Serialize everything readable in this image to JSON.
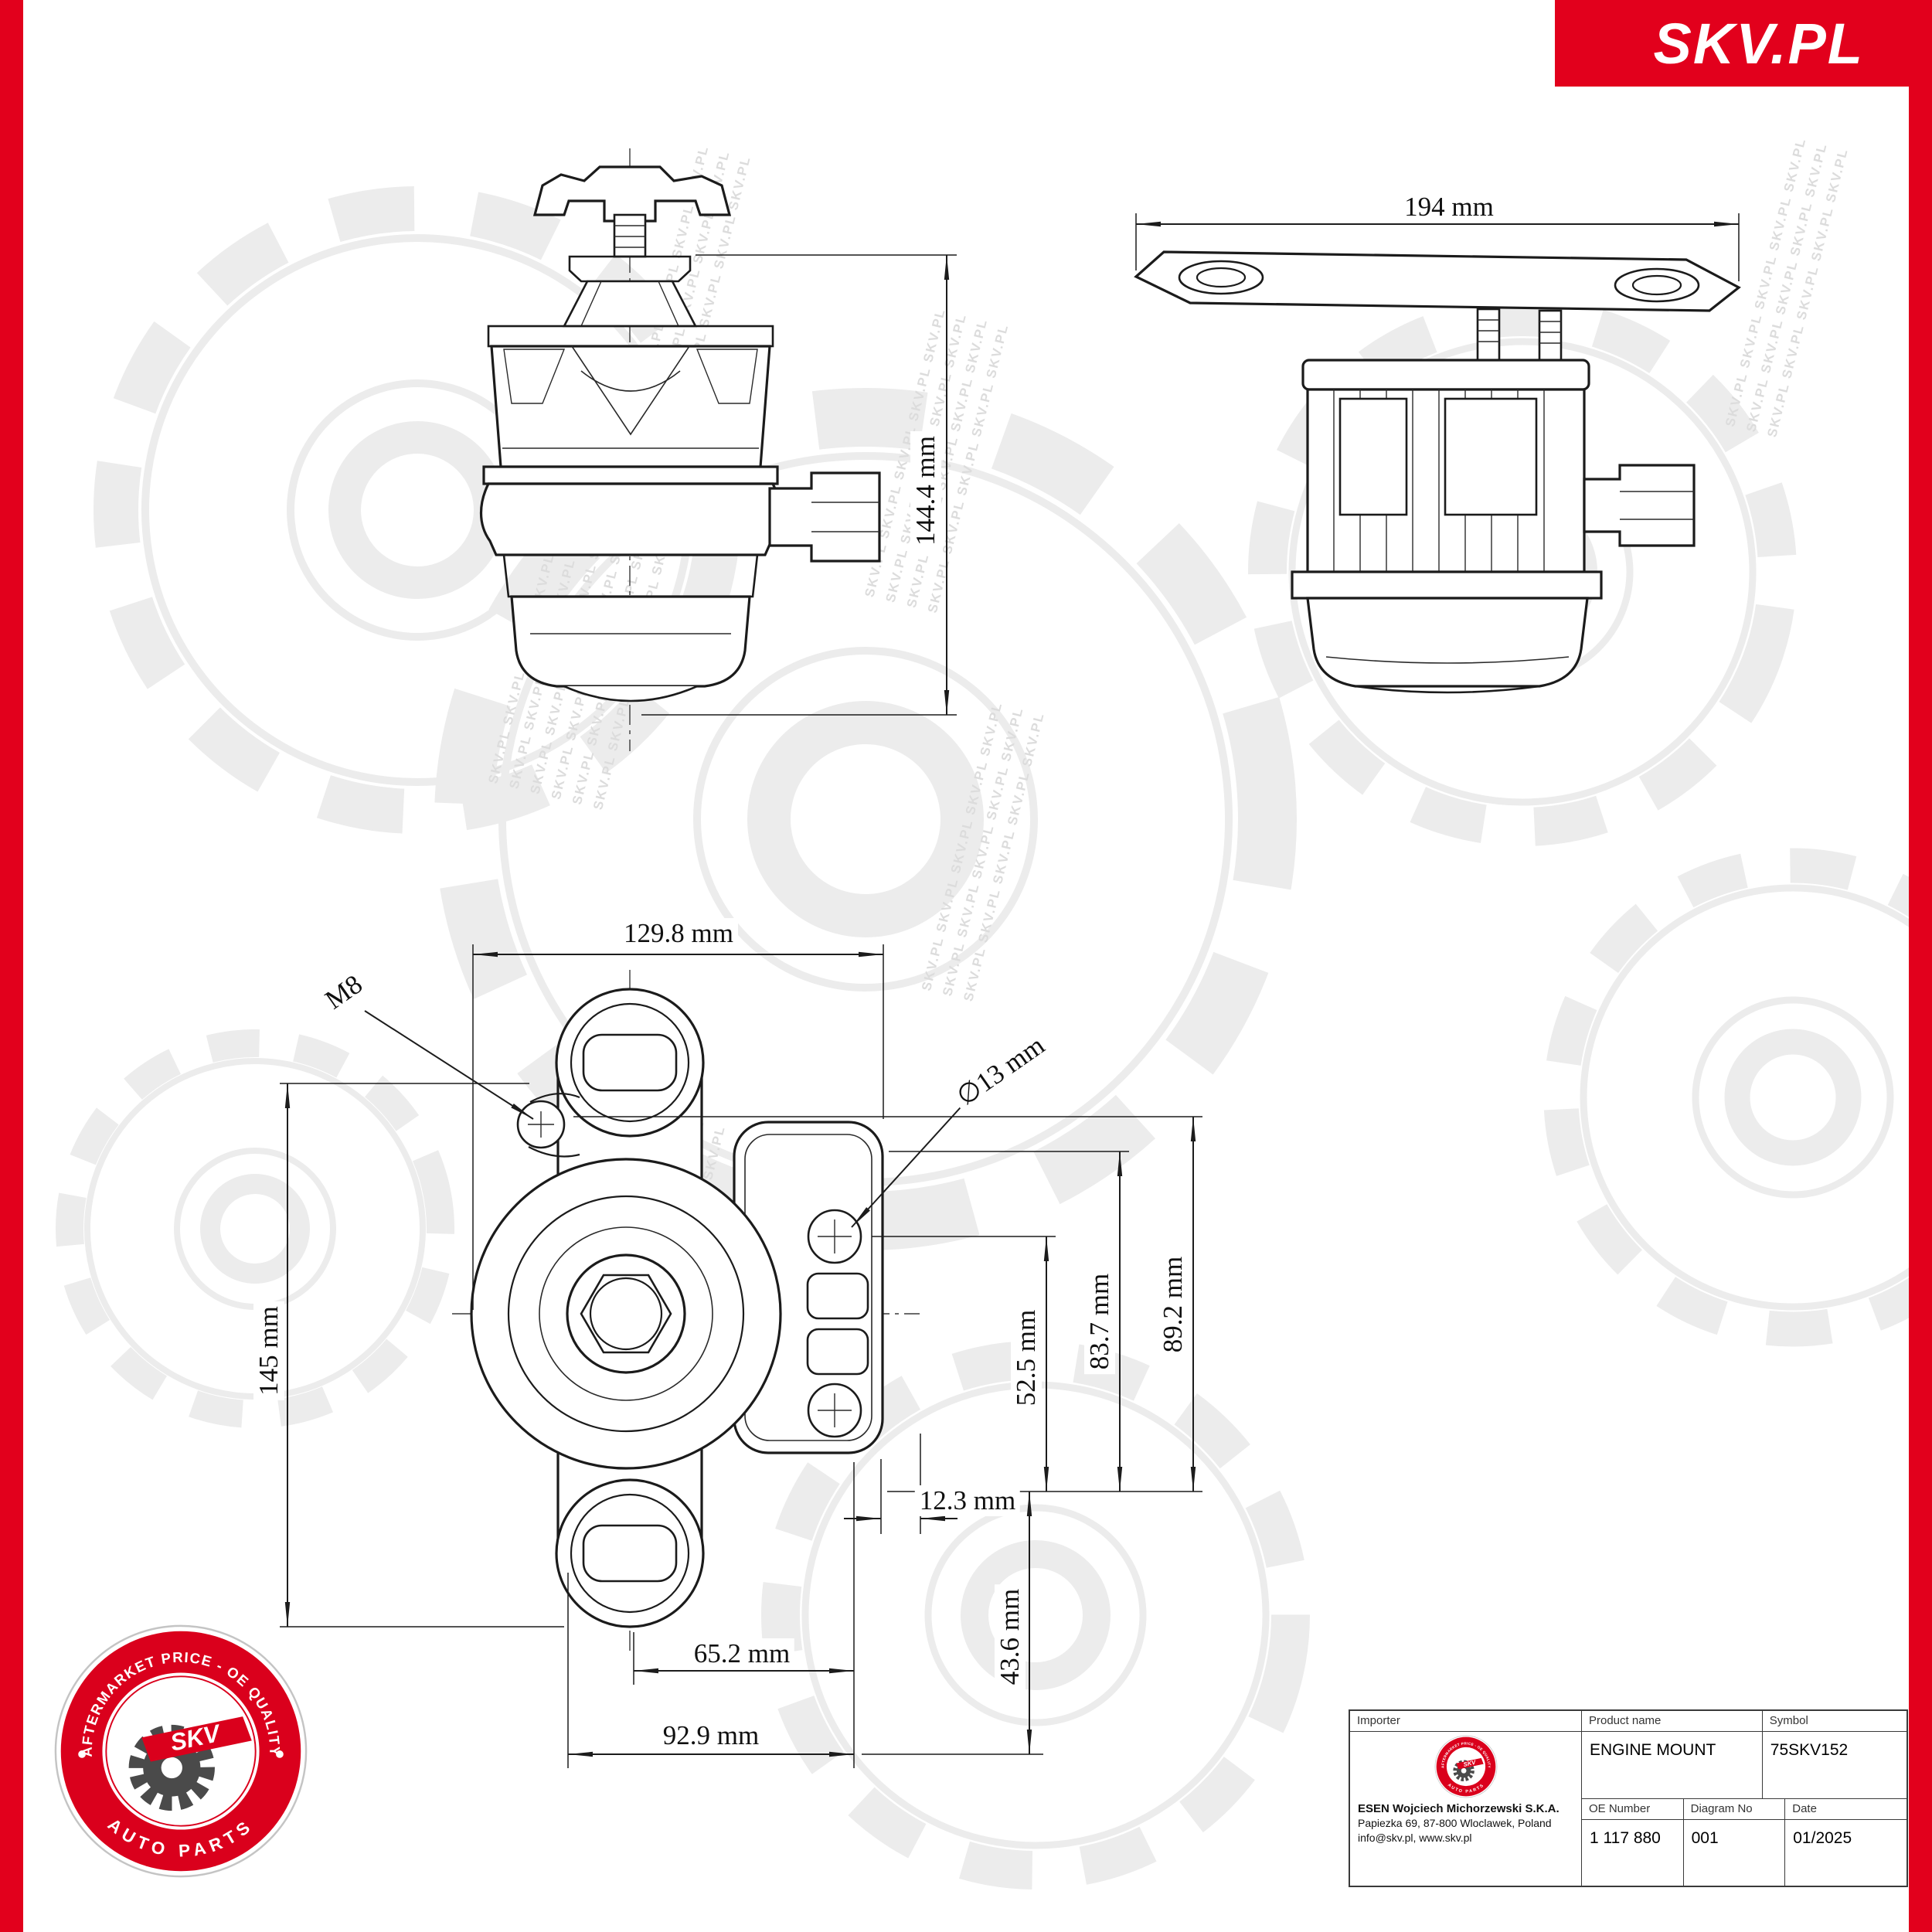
{
  "brand": {
    "logo_text": "SKV.PL"
  },
  "watermark": {
    "line": "SKV.PL SKV.PL SKV.PL SKV.PL SKV.PL"
  },
  "stamp": {
    "arc_top": "AFTERMARKET PRICE - OE QUALITY",
    "center": "SKV",
    "arc_bottom": "AUTO PARTS"
  },
  "views": {
    "side_view": {
      "dim_height": "144.4 mm"
    },
    "top_view": {
      "dim_width": "194 mm"
    },
    "front_view": {
      "dim_width_top": "129.8 mm",
      "label_thread": "M8",
      "label_hole": "∅13 mm",
      "dim_height_left": "145 mm",
      "dim_a": "52.5 mm",
      "dim_b": "83.7 mm",
      "dim_c": "89.2 mm",
      "dim_d": "12.3 mm",
      "dim_e": "65.2 mm",
      "dim_f": "92.9 mm",
      "dim_g": "43.6 mm"
    }
  },
  "info_table": {
    "importer": {
      "label": "Importer",
      "company": "ESEN Wojciech Michorzewski S.K.A.",
      "address": "Papiezka 69, 87-800 Wloclawek, Poland",
      "contact": "info@skv.pl, www.skv.pl"
    },
    "product": {
      "label": "Product name",
      "value": "ENGINE MOUNT"
    },
    "symbol": {
      "label": "Symbol",
      "value": "75SKV152"
    },
    "oe_number": {
      "label": "OE Number",
      "value": "1 117 880"
    },
    "diagram_no": {
      "label": "Diagram No",
      "value": "001"
    },
    "date": {
      "label": "Date",
      "value": "01/2025"
    }
  },
  "colors": {
    "accent_red": "#e2001c",
    "line_dark": "#1c1c1c",
    "watermark_gray": "#ececec"
  }
}
